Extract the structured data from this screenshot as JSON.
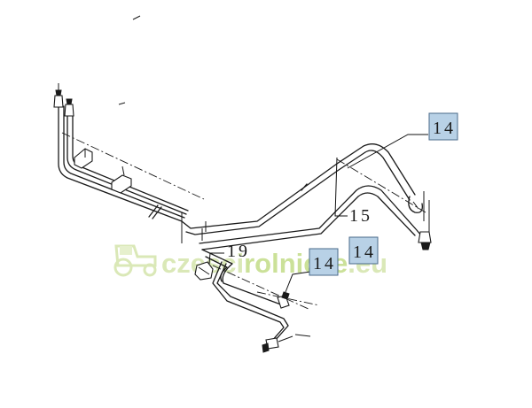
{
  "callouts": [
    {
      "id": "14-top-right",
      "label": "14",
      "highlighted": true
    },
    {
      "id": "15",
      "label": "15",
      "highlighted": false
    },
    {
      "id": "19",
      "label": "19",
      "highlighted": false
    },
    {
      "id": "14-middle",
      "label": "14",
      "highlighted": true
    },
    {
      "id": "14-right",
      "label": "14",
      "highlighted": true
    }
  ],
  "watermark": {
    "segments": [
      {
        "text": "czesci",
        "color": "#d6e6b0"
      },
      {
        "text": "rolnicze",
        "color": "#c6de8e"
      },
      {
        "text": ".eu",
        "color": "#d6e6b0"
      }
    ],
    "icon": "tractor-icon"
  },
  "colors": {
    "line": "#1a1a1a",
    "callout_fill": "#b8d1e6",
    "callout_border": "#4a6a8a",
    "watermark": "#d6e6b0"
  }
}
